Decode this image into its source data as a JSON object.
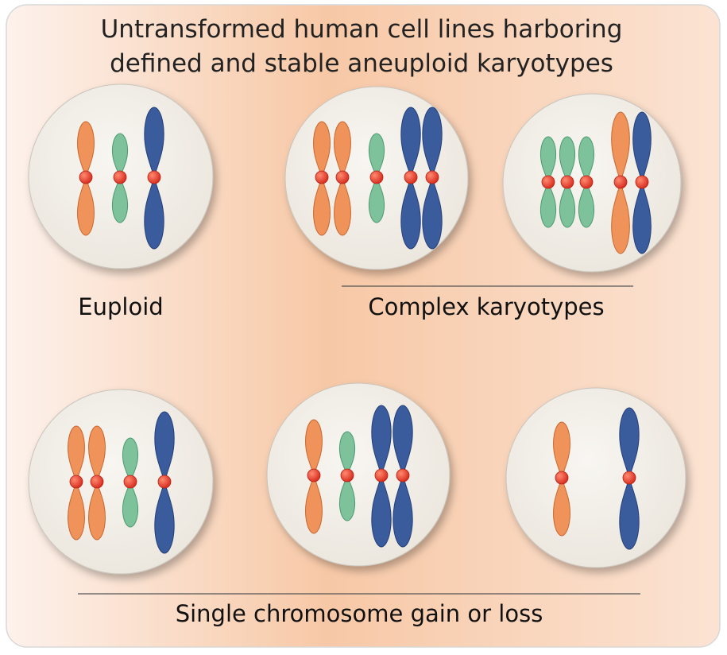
{
  "title": {
    "line1": "Untransformed human cell lines harboring",
    "line2": "defined and stable aneuploid karyotypes"
  },
  "labels": {
    "euploid": "Euploid",
    "complex": "Complex karyotypes",
    "single": "Single chromosome gain or loss"
  },
  "colors": {
    "background_edge": "#fdf1ea",
    "background_center": "#f8c9a8",
    "cell_fill": "#f3f0ea",
    "orange": "#f0935a",
    "green": "#7dc29a",
    "blue": "#3a5b9c",
    "centromere": "#e23a2a",
    "divider": "#555555"
  },
  "cells": [
    {
      "name": "cell-euploid",
      "chromosomes": [
        "orange",
        "green",
        "blue"
      ]
    },
    {
      "name": "cell-complex-1",
      "chromosomes": [
        "orange",
        "orange",
        "green",
        "blue",
        "blue"
      ]
    },
    {
      "name": "cell-complex-2",
      "chromosomes": [
        "green",
        "green",
        "green",
        "orange",
        "blue"
      ]
    },
    {
      "name": "cell-single-1",
      "chromosomes": [
        "orange",
        "orange",
        "green",
        "blue"
      ]
    },
    {
      "name": "cell-single-2",
      "chromosomes": [
        "orange",
        "green",
        "blue",
        "blue"
      ]
    },
    {
      "name": "cell-single-3",
      "chromosomes": [
        "orange",
        "blue"
      ]
    }
  ]
}
